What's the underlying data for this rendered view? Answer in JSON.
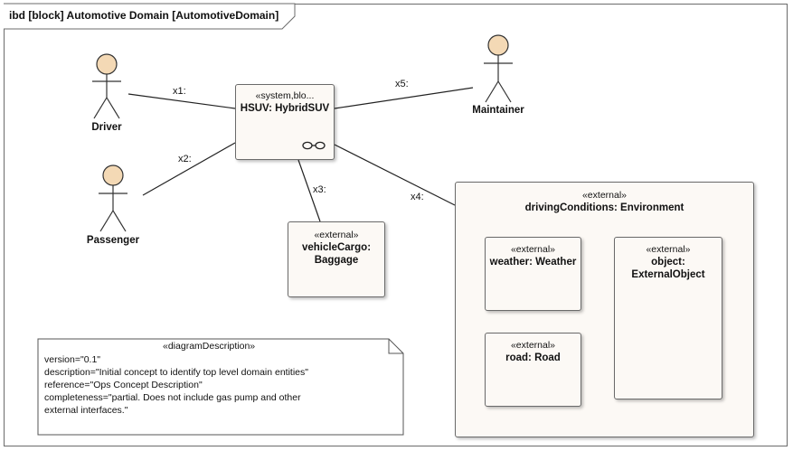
{
  "frame": {
    "title": "ibd [block] Automotive Domain [AutomotiveDomain]"
  },
  "actors": {
    "driver": "Driver",
    "passenger": "Passenger",
    "maintainer": "Maintainer"
  },
  "hsuv": {
    "stereotype": "«system,blo...",
    "name": "HSUV: HybridSUV"
  },
  "cargo": {
    "stereotype": "«external»",
    "name_line1": "vehicleCargo:",
    "name_line2": "Baggage"
  },
  "environment": {
    "stereotype": "«external»",
    "name": "drivingConditions: Environment",
    "parts": {
      "weather": {
        "stereotype": "«external»",
        "name": "weather: Weather"
      },
      "object": {
        "stereotype": "«external»",
        "name_line1": "object:",
        "name_line2": "ExternalObject"
      },
      "road": {
        "stereotype": "«external»",
        "name": "road: Road"
      }
    }
  },
  "connectors": {
    "x1": "x1:",
    "x2": "x2:",
    "x3": "x3:",
    "x4": "x4:",
    "x5": "x5:"
  },
  "note": {
    "stereotype": "«diagramDescription»",
    "lines": [
      "version=\"0.1\"",
      "description=\"Initial concept to identify top level domain entities\"",
      "reference=\"Ops Concept Description\"",
      "completeness=\"partial. Does not include gas pump and other",
      "external interfaces.\""
    ]
  },
  "colors": {
    "actor_head": "#f4d9b5",
    "block_fill": "#fcf9f5",
    "border": "#6a6a6a"
  }
}
